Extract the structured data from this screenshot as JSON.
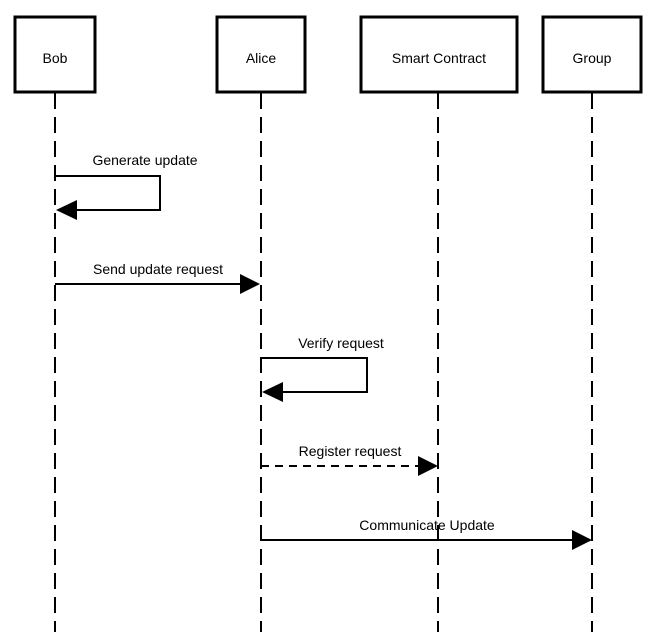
{
  "participants": [
    {
      "id": "bob",
      "label": "Bob"
    },
    {
      "id": "alice",
      "label": "Alice"
    },
    {
      "id": "contract",
      "label": "Smart Contract"
    },
    {
      "id": "group",
      "label": "Group"
    }
  ],
  "messages": [
    {
      "from": "bob",
      "to": "bob",
      "label": "Generate update",
      "style": "solid"
    },
    {
      "from": "bob",
      "to": "alice",
      "label": "Send update request",
      "style": "solid"
    },
    {
      "from": "alice",
      "to": "alice",
      "label": "Verify request",
      "style": "solid"
    },
    {
      "from": "alice",
      "to": "contract",
      "label": "Register request",
      "style": "dashed"
    },
    {
      "from": "alice",
      "to": "group",
      "label": "Communicate Update",
      "style": "solid"
    }
  ]
}
